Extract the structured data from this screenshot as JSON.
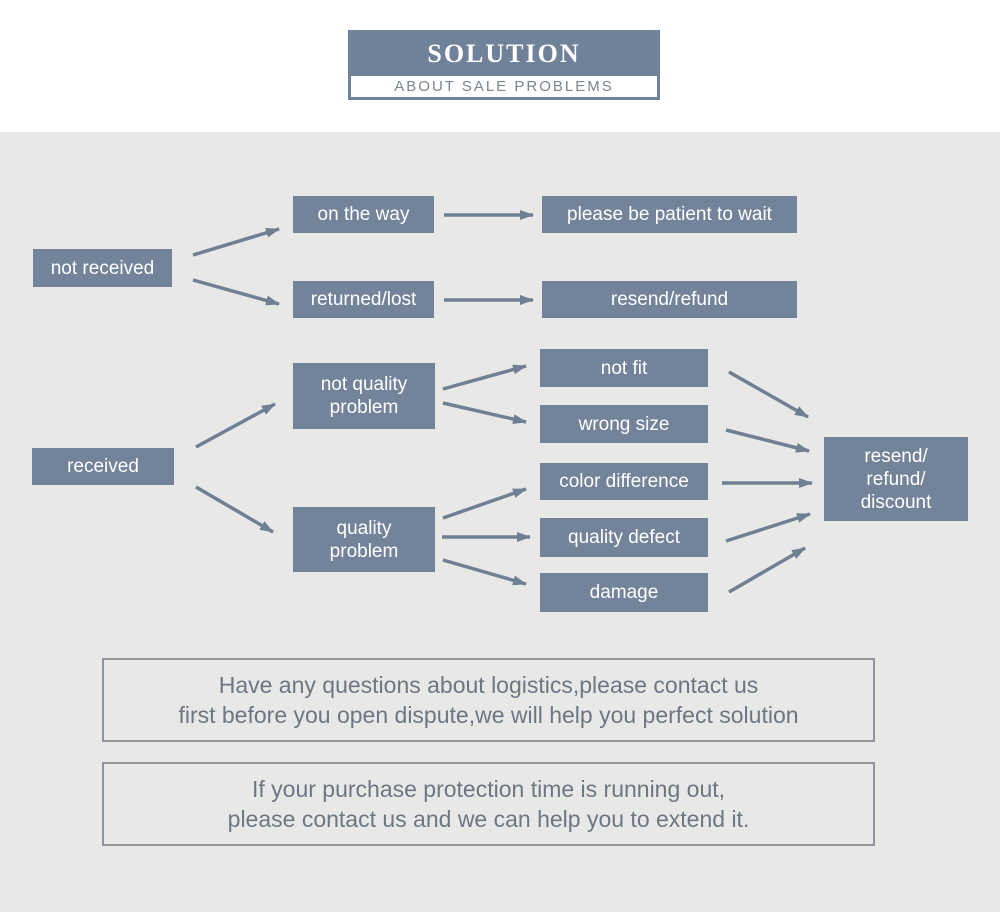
{
  "header": {
    "title": "SOLUTION",
    "subtitle": "ABOUT SALE PROBLEMS"
  },
  "colors": {
    "accent_box": "#72839A",
    "header_box": "#70819A",
    "canvas_background": "#E8E8E7",
    "arrow": "#6F8094",
    "note_text": "#6D7784",
    "note_border": "#8E959D",
    "node_text": "#FFFFFF",
    "subtitle_text": "#7C8590"
  },
  "flowchart": {
    "nodes": [
      {
        "id": "not-received",
        "label": "not received"
      },
      {
        "id": "on-the-way",
        "label": "on the way"
      },
      {
        "id": "please-wait",
        "label": "please be patient to wait"
      },
      {
        "id": "returned-lost",
        "label": "returned/lost"
      },
      {
        "id": "resend-refund",
        "label": "resend/refund"
      },
      {
        "id": "received",
        "label": "received"
      },
      {
        "id": "not-quality-problem",
        "label": "not quality\nproblem"
      },
      {
        "id": "quality-problem",
        "label": "quality\nproblem"
      },
      {
        "id": "not-fit",
        "label": "not fit"
      },
      {
        "id": "wrong-size",
        "label": "wrong size"
      },
      {
        "id": "color-difference",
        "label": "color difference"
      },
      {
        "id": "quality-defect",
        "label": "quality defect"
      },
      {
        "id": "damage",
        "label": "damage"
      },
      {
        "id": "resend-refund-discount",
        "label": "resend/\nrefund/\ndiscount"
      }
    ],
    "edges": [
      {
        "from": "not-received",
        "to": "on-the-way"
      },
      {
        "from": "not-received",
        "to": "returned-lost"
      },
      {
        "from": "on-the-way",
        "to": "please-wait"
      },
      {
        "from": "returned-lost",
        "to": "resend-refund"
      },
      {
        "from": "received",
        "to": "not-quality-problem"
      },
      {
        "from": "received",
        "to": "quality-problem"
      },
      {
        "from": "not-quality-problem",
        "to": "not-fit"
      },
      {
        "from": "not-quality-problem",
        "to": "wrong-size"
      },
      {
        "from": "quality-problem",
        "to": "color-difference"
      },
      {
        "from": "quality-problem",
        "to": "quality-defect"
      },
      {
        "from": "quality-problem",
        "to": "damage"
      },
      {
        "from": "not-fit",
        "to": "resend-refund-discount"
      },
      {
        "from": "wrong-size",
        "to": "resend-refund-discount"
      },
      {
        "from": "color-difference",
        "to": "resend-refund-discount"
      },
      {
        "from": "quality-defect",
        "to": "resend-refund-discount"
      },
      {
        "from": "damage",
        "to": "resend-refund-discount"
      }
    ]
  },
  "notes": [
    {
      "lines": [
        "Have any questions about logistics,please contact us",
        "first before you open dispute,we will help you perfect solution"
      ]
    },
    {
      "lines": [
        "If your purchase protection time is running out,",
        "please contact us and we can help you to extend it."
      ]
    }
  ]
}
